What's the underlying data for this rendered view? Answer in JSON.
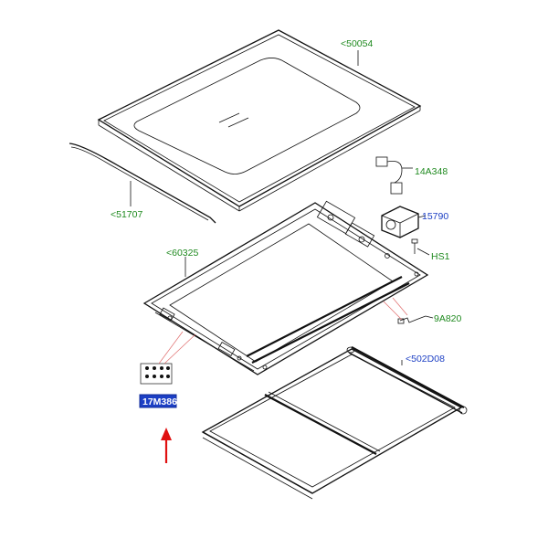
{
  "diagram": {
    "parts": [
      {
        "id": "glass-panel",
        "label": "<50054",
        "color": "green"
      },
      {
        "id": "seal-strip",
        "label": "<51707",
        "color": "green"
      },
      {
        "id": "sunroof-frame",
        "label": "<60325",
        "color": "green"
      },
      {
        "id": "wiring-harness",
        "label": "14A348",
        "color": "green"
      },
      {
        "id": "motor",
        "label": "15790",
        "color": "blue"
      },
      {
        "id": "screw",
        "label": "HS1",
        "color": "green"
      },
      {
        "id": "drain-hose",
        "label": "9A820",
        "color": "green"
      },
      {
        "id": "sunblind",
        "label": "<502D08",
        "color": "blue"
      },
      {
        "id": "fastener-kit",
        "label": "17M386",
        "color": "highlighted"
      }
    ],
    "colors": {
      "green": "#1f8a1f",
      "blue": "#1c3fc4",
      "highlight_fill": "#1c3fc4",
      "highlight_border": "#1c3fc4",
      "arrow": "#e01010",
      "leader": "#e06b6b"
    }
  }
}
